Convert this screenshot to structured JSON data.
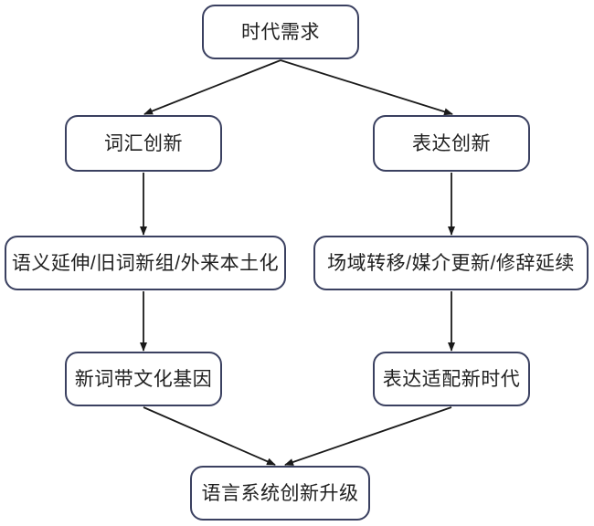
{
  "diagram": {
    "title": "",
    "type": "flowchart",
    "colors": {
      "node_border": "#3a4060",
      "node_fill": "#ffffff",
      "edge_stroke": "#1a1a1a",
      "text": "#1f1f1f",
      "background": "#ffffff"
    },
    "nodes": [
      {
        "id": "top",
        "label": "时代需求"
      },
      {
        "id": "l1",
        "label": "词汇创新"
      },
      {
        "id": "r1",
        "label": "表达创新"
      },
      {
        "id": "l2",
        "label": "语义延伸/旧词新组/外来本土化"
      },
      {
        "id": "r2",
        "label": "场域转移/媒介更新/修辞延续"
      },
      {
        "id": "l3",
        "label": "新词带文化基因"
      },
      {
        "id": "r3",
        "label": "表达适配新时代"
      },
      {
        "id": "bottom",
        "label": "语言系统创新升级"
      }
    ],
    "edges": [
      {
        "from": "时代需求",
        "to": "词汇创新",
        "style": "diagonal-arrow"
      },
      {
        "from": "时代需求",
        "to": "表达创新",
        "style": "diagonal-arrow"
      },
      {
        "from": "词汇创新",
        "to": "语义延伸/旧词新组/外来本土化",
        "style": "vertical-arrow"
      },
      {
        "from": "表达创新",
        "to": "场域转移/媒介更新/修辞延续",
        "style": "vertical-arrow"
      },
      {
        "from": "语义延伸/旧词新组/外来本土化",
        "to": "新词带文化基因",
        "style": "vertical-arrow"
      },
      {
        "from": "场域转移/媒介更新/修辞延续",
        "to": "表达适配新时代",
        "style": "vertical-arrow"
      },
      {
        "from": "新词带文化基因",
        "to": "语言系统创新升级",
        "style": "diagonal-arrow"
      },
      {
        "from": "表达适配新时代",
        "to": "语言系统创新升级",
        "style": "diagonal-arrow"
      }
    ]
  }
}
